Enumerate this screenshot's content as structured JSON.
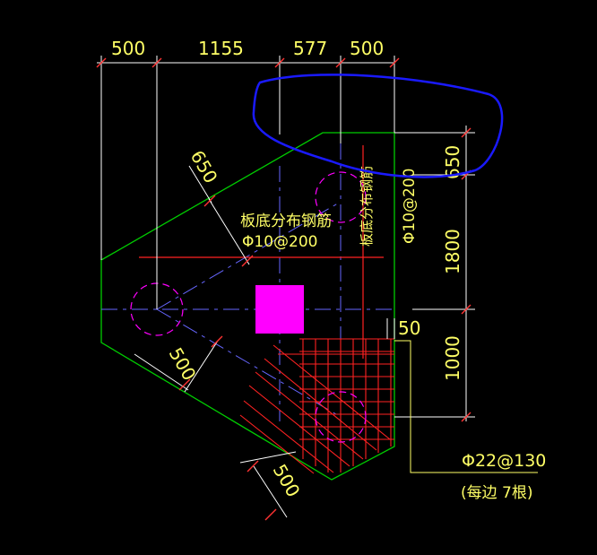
{
  "dimensions": {
    "top": [
      "500",
      "1155",
      "577",
      "500"
    ],
    "right": [
      "650",
      "1800",
      "1000"
    ],
    "diag_650": "650",
    "diag_500_mid": "500",
    "diag_500_bottom": "500",
    "small_50": "50"
  },
  "labels": {
    "rebar_h_line1": "板底分布钢筋",
    "rebar_h_line2": "Φ10@200",
    "rebar_v_line1": "板底分布钢筋",
    "rebar_v_line2": "Φ10@200",
    "main_rebar": "Φ22@130",
    "main_rebar_note": "(每边 7根)"
  },
  "colors": {
    "background": "#000000",
    "outline": "#00cc00",
    "dimension": "#ffffff",
    "text": "#ffff66",
    "rebar": "#ff2222",
    "pile_circle": "#ff00ff",
    "column": "#ff00ff",
    "centerline": "#6666ff",
    "markup_ellipse": "#1a1aff"
  }
}
